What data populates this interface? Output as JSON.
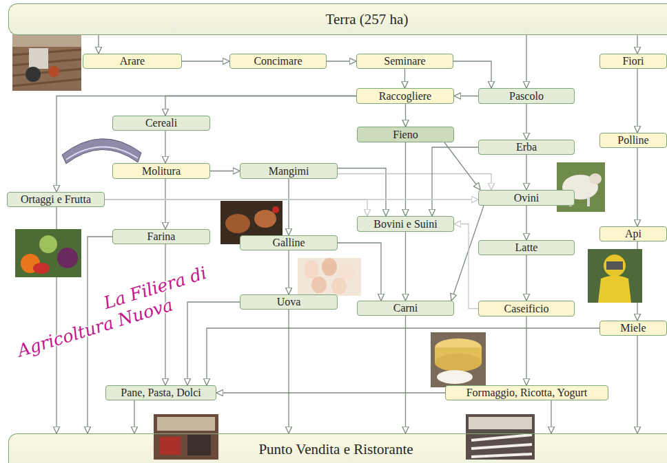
{
  "diagram": {
    "title": "La Filiera di Agricoltura Nuova",
    "nodes": [
      {
        "text": [
          "Terra (257 ha)"
        ]
      },
      {
        "text": [
          "Arare"
        ]
      },
      {
        "text": [
          "Concimare"
        ]
      },
      {
        "text": [
          "Seminare"
        ]
      },
      {
        "text": [
          "Fiori"
        ]
      },
      {
        "text": [
          "Raccogliere"
        ]
      },
      {
        "text": [
          "Pascolo"
        ]
      },
      {
        "text": [
          "Cereali"
        ]
      },
      {
        "text": [
          "Fieno"
        ]
      },
      {
        "text": [
          "Polline"
        ]
      },
      {
        "text": [
          "Erba"
        ]
      },
      {
        "text": [
          "Molitura"
        ]
      },
      {
        "text": [
          "Mangimi"
        ]
      },
      {
        "text": [
          "Ortaggi e Frutta"
        ]
      },
      {
        "text": [
          "Ovini"
        ]
      },
      {
        "text": [
          "Bovini e Suini"
        ]
      },
      {
        "text": [
          "Farina"
        ]
      },
      {
        "text": [
          "Galline"
        ]
      },
      {
        "text": [
          "Api"
        ]
      },
      {
        "text": [
          "Latte"
        ]
      },
      {
        "text": [
          "Uova"
        ]
      },
      {
        "text": [
          "Carni"
        ]
      },
      {
        "text": [
          "Caseificio"
        ]
      },
      {
        "text": [
          "Miele"
        ]
      },
      {
        "text": [
          "Pane, Pasta, Dolci"
        ]
      },
      {
        "text": [
          "Formaggio, Ricotta, Yogurt"
        ]
      },
      {
        "text": [
          "Punto Vendita e Ristorante"
        ]
      }
    ],
    "edges": [
      {
        "from": 0,
        "to": 1,
        "arrow": "to"
      },
      {
        "from": 0,
        "to": 6,
        "arrow": "to"
      },
      {
        "from": 0,
        "to": 4,
        "arrow": "to"
      },
      {
        "from": 1,
        "to": 2,
        "arrow": "to"
      },
      {
        "from": 2,
        "to": 3,
        "arrow": "to"
      },
      {
        "from": 3,
        "to": 5,
        "arrow": "to"
      },
      {
        "from": 3,
        "to": 6,
        "arrow": "to"
      },
      {
        "from": 6,
        "to": 5,
        "arrow": "to"
      },
      {
        "from": 5,
        "to": 7,
        "arrow": "to"
      },
      {
        "from": 5,
        "to": 13,
        "arrow": "to"
      },
      {
        "from": 5,
        "to": 8,
        "arrow": "to"
      },
      {
        "from": 6,
        "to": 10,
        "arrow": "to"
      },
      {
        "from": 4,
        "to": 9,
        "arrow": "to"
      },
      {
        "from": 7,
        "to": 11,
        "arrow": "to"
      },
      {
        "from": 11,
        "to": 12,
        "arrow": "to"
      },
      {
        "from": 11,
        "to": 16,
        "arrow": "to"
      },
      {
        "from": 12,
        "to": 17,
        "arrow": "to"
      },
      {
        "from": 12,
        "to": 15,
        "arrow": "to"
      },
      {
        "from": 12,
        "to": 14,
        "arrow": "to"
      },
      {
        "from": 8,
        "to": 15,
        "arrow": "to"
      },
      {
        "from": 8,
        "to": 14,
        "arrow": "to"
      },
      {
        "from": 10,
        "to": 15,
        "arrow": "to"
      },
      {
        "from": 10,
        "to": 14,
        "arrow": "to"
      },
      {
        "from": 13,
        "to": 14,
        "arrow": "to"
      },
      {
        "from": 13,
        "to": 15,
        "arrow": "to"
      },
      {
        "from": 13,
        "to": 26,
        "arrow": "to"
      },
      {
        "from": 14,
        "to": 19,
        "arrow": "to"
      },
      {
        "from": 14,
        "to": 21,
        "arrow": "to"
      },
      {
        "from": 19,
        "to": 22,
        "arrow": "to"
      },
      {
        "from": 22,
        "to": 15,
        "arrow": "to"
      },
      {
        "from": 15,
        "to": 21,
        "arrow": "to"
      },
      {
        "from": 17,
        "to": 21,
        "arrow": "to"
      },
      {
        "from": 17,
        "to": 20,
        "arrow": "to"
      },
      {
        "from": 9,
        "to": 18,
        "arrow": "to"
      },
      {
        "from": 18,
        "to": 23,
        "arrow": "to"
      },
      {
        "from": 16,
        "to": 24,
        "arrow": "to"
      },
      {
        "from": 16,
        "to": 26,
        "arrow": "to"
      },
      {
        "from": 20,
        "to": 24,
        "arrow": "to"
      },
      {
        "from": 20,
        "to": 26,
        "arrow": "to"
      },
      {
        "from": 23,
        "to": 24,
        "arrow": "to"
      },
      {
        "from": 23,
        "to": 26,
        "arrow": "to"
      },
      {
        "from": 22,
        "to": 25,
        "arrow": "to"
      },
      {
        "from": 25,
        "to": 24,
        "arrow": "to"
      },
      {
        "from": 25,
        "to": 26,
        "arrow": "to"
      },
      {
        "from": 24,
        "to": 26,
        "arrow": "to"
      },
      {
        "from": 21,
        "to": 26,
        "arrow": "to"
      }
    ]
  }
}
